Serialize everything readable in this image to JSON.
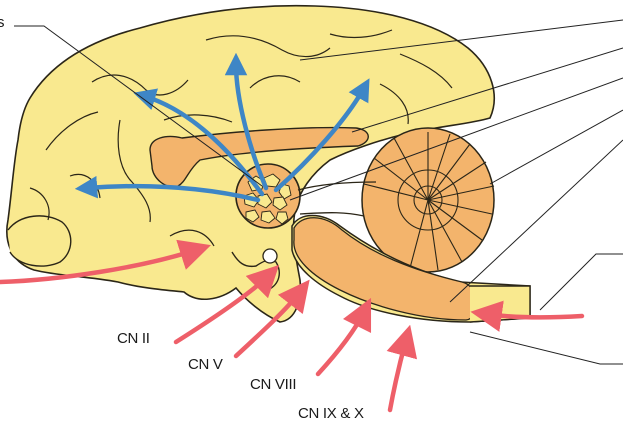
{
  "figure": {
    "partial_label_left": "s",
    "nerve_labels": [
      "CN II",
      "CN V",
      "CN VIII",
      "CN IX & X"
    ]
  },
  "colors": {
    "brain_fill": "#f9e98f",
    "brain_outline": "#2b2618",
    "structure_fill": "#f3b46c",
    "sensory_arrow": "#ee5f69",
    "motor_arrow": "#3e86c6",
    "leader_line": "#222222"
  }
}
